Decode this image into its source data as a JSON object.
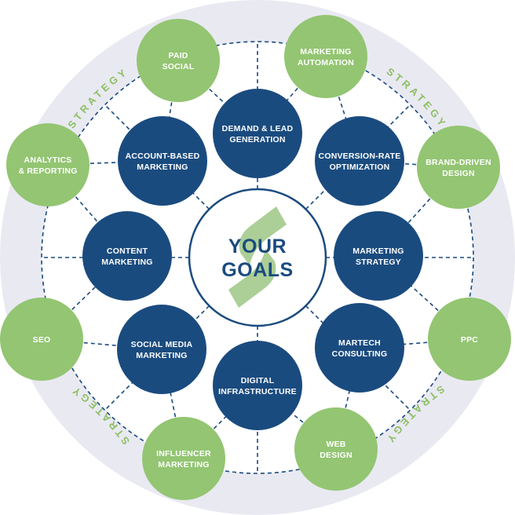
{
  "colors": {
    "outer_ring": "#e9e9f2",
    "white": "#ffffff",
    "navy": "#1a4b7f",
    "green": "#93c572",
    "ring_text": "#8cbf62",
    "dash": "#1a4b7f",
    "logo_green": "#8fbf73"
  },
  "center": {
    "lines": [
      "YOUR",
      "GOALS"
    ],
    "icon": "stylized-s-logo-icon"
  },
  "ring_labels": [
    "STRATEGY",
    "STRATEGY",
    "STRATEGY",
    "STRATEGY"
  ],
  "outer_nodes": [
    {
      "id": "paid-social",
      "lines": [
        "PAID",
        "SOCIAL"
      ]
    },
    {
      "id": "marketing-automation",
      "lines": [
        "MARKETING",
        "AUTOMATION"
      ]
    },
    {
      "id": "brand-driven-design",
      "lines": [
        "BRAND-DRIVEN",
        "DESIGN"
      ]
    },
    {
      "id": "ppc",
      "lines": [
        "PPC"
      ]
    },
    {
      "id": "web-design",
      "lines": [
        "WEB",
        "DESIGN"
      ]
    },
    {
      "id": "influencer-marketing",
      "lines": [
        "INFLUENCER",
        "MARKETING"
      ]
    },
    {
      "id": "seo",
      "lines": [
        "SEO"
      ]
    },
    {
      "id": "analytics-reporting",
      "lines": [
        "ANALYTICS",
        "& REPORTING"
      ]
    }
  ],
  "inner_nodes": [
    {
      "id": "demand-lead-generation",
      "lines": [
        "DEMAND & LEAD",
        "GENERATION"
      ]
    },
    {
      "id": "conversion-rate-optimization",
      "lines": [
        "CONVERSION-RATE",
        "OPTIMIZATION"
      ]
    },
    {
      "id": "marketing-strategy",
      "lines": [
        "MARKETING",
        "STRATEGY"
      ]
    },
    {
      "id": "martech-consulting",
      "lines": [
        "MARTECH",
        "CONSULTING"
      ]
    },
    {
      "id": "digital-infrastructure",
      "lines": [
        "DIGITAL",
        "INFRASTRUCTURE"
      ]
    },
    {
      "id": "social-media-marketing",
      "lines": [
        "SOCIAL MEDIA",
        "MARKETING"
      ]
    },
    {
      "id": "content-marketing",
      "lines": [
        "CONTENT",
        "MARKETING"
      ]
    },
    {
      "id": "account-based-marketing",
      "lines": [
        "ACCOUNT-BASED",
        "MARKETING"
      ]
    }
  ]
}
